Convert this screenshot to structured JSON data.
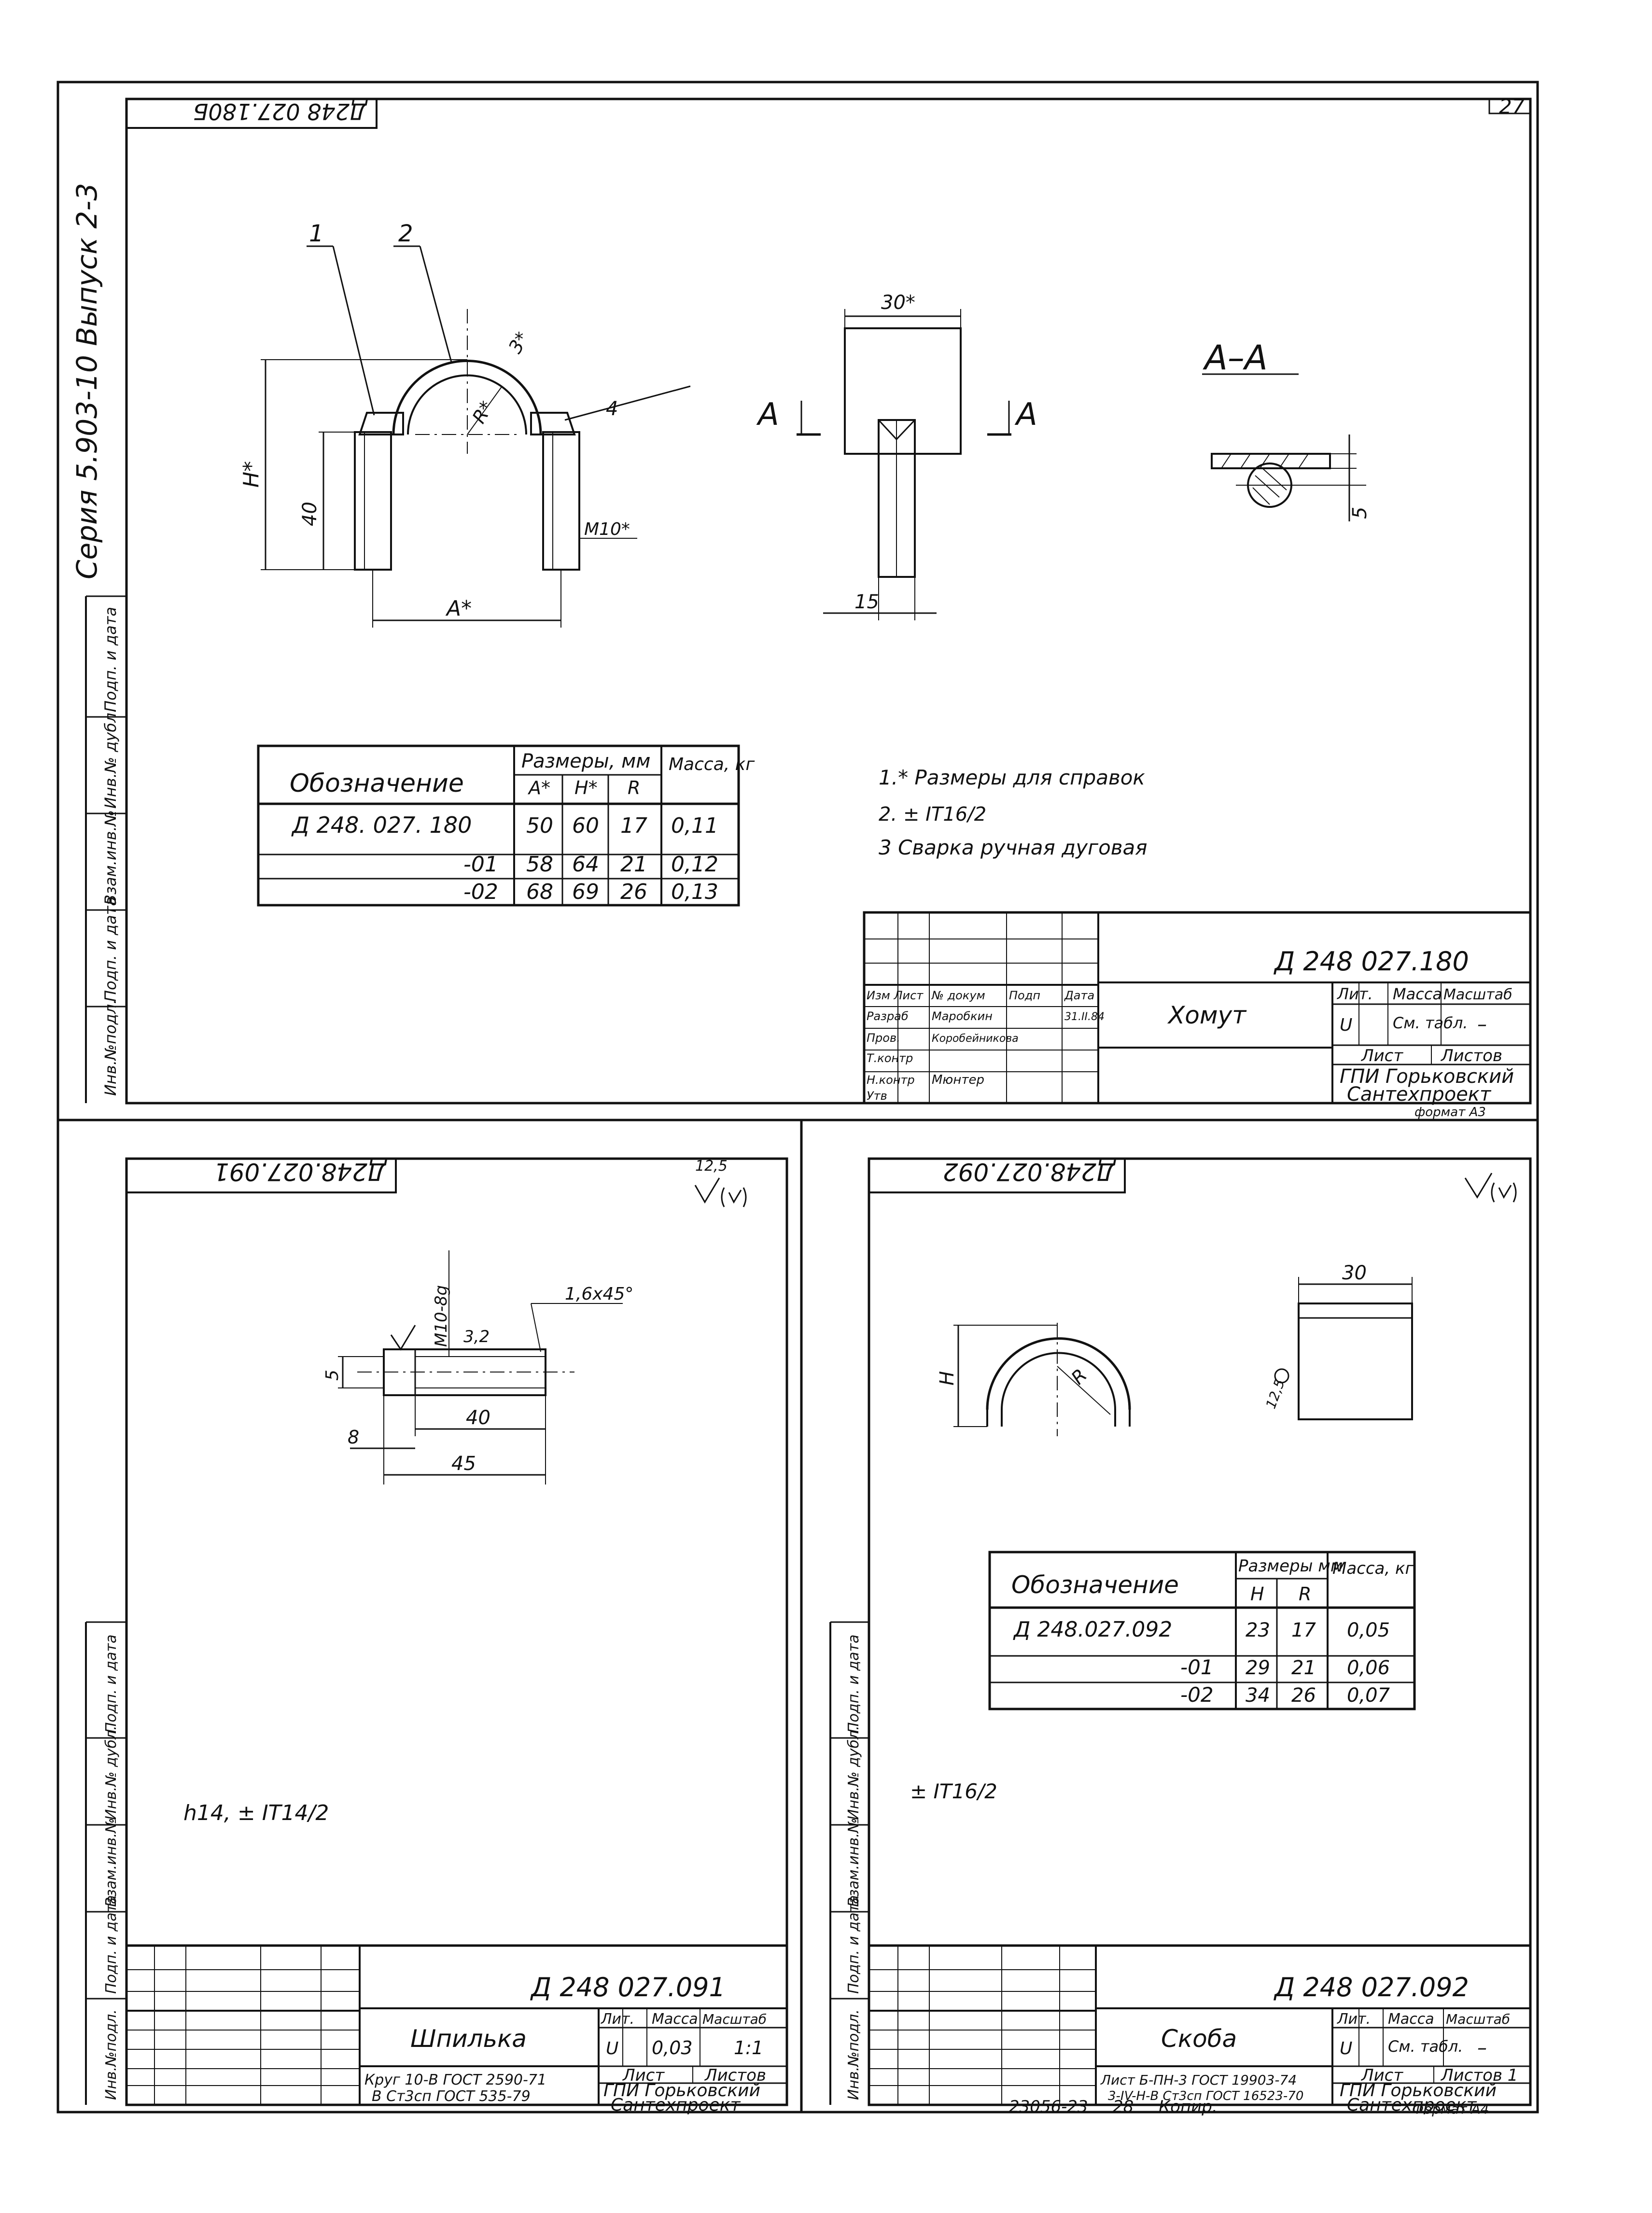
{
  "header": {
    "series": "Серия 5.903-10  Выпуск 2-3",
    "page_number": "27",
    "margin_labels": [
      "Инв.№подл.",
      "Подп. и дата",
      "Взам.инв.№",
      "Инв.№ дубл.",
      "Подп. и дата"
    ]
  },
  "top_sheet": {
    "code_rotated": "Д248 027.180Б",
    "drawing": {
      "leaders": [
        "1",
        "2",
        "4"
      ],
      "dims": {
        "H": "Н*",
        "h40": "40",
        "R": "R*",
        "three": "3*",
        "A": "А*",
        "thread": "М10*",
        "w30": "30*",
        "w15": "15",
        "s5": "5"
      },
      "section_marks": [
        "А",
        "А"
      ],
      "section_title": "А–А"
    },
    "table": {
      "headers": {
        "designation": "Обозначение",
        "dims": "Размеры, мм",
        "mass": "Масса, кг",
        "a": "А*",
        "h": "Н*",
        "r": "R"
      },
      "rows": [
        {
          "name": "Д 248. 027. 180",
          "a": "50",
          "h": "60",
          "r": "17",
          "mass": "0,11"
        },
        {
          "name": "-01",
          "a": "58",
          "h": "64",
          "r": "21",
          "mass": "0,12"
        },
        {
          "name": "-02",
          "a": "68",
          "h": "69",
          "r": "26",
          "mass": "0,13"
        }
      ]
    },
    "notes": [
      "1.* Размеры для справок",
      "2. ± IT16/2",
      "3 Сварка ручная дуговая"
    ],
    "title_block": {
      "code": "Д 248 027.180",
      "name": "Хомут",
      "lit": "Лит.",
      "mass_hdr": "Масса",
      "scale_hdr": "Масштаб",
      "lit_val": "U",
      "mass_val": "См. табл.",
      "scale_val": "–",
      "sheet": "Лист",
      "sheets": "Листов",
      "org1": "ГПИ Горьковский",
      "org2": "Сантехпроект",
      "roles": [
        "Изм Лист",
        "№ докум",
        "Подп",
        "Дата",
        "Разраб",
        "Пров.",
        "Т.контр",
        "Н.контр",
        "Утв"
      ],
      "people": [
        "Маробкин",
        "Коробейникова",
        "Мюнтер"
      ],
      "date": "31.II.84",
      "format": "формат А3"
    }
  },
  "left_sheet": {
    "code_rotated": "Д248.027.091",
    "roughness": "12,5",
    "dims": {
      "thread": "М10-8g",
      "r": "3,2",
      "chamfer": "1,6х45°",
      "d5": "5",
      "d40": "40",
      "d8": "8",
      "d45": "45"
    },
    "note": "h14, ± IT14/2",
    "title_block": {
      "code": "Д 248 027.091",
      "name": "Шпилька",
      "lit_val": "U",
      "mass_val": "0,03",
      "scale_val": "1:1",
      "sheet": "Лист",
      "sheets": "Листов",
      "material1": "Круг 10-В ГОСТ 2590-71",
      "material2": "В Ст3сп ГОСТ 535-79",
      "org1": "ГПИ Горьковский",
      "org2": "Сантехпроект"
    }
  },
  "right_sheet": {
    "code_rotated": "Д248.027.092",
    "dims": {
      "d30": "30",
      "h": "Н",
      "r": "R",
      "rough": "12,5"
    },
    "table": {
      "headers": {
        "designation": "Обозначение",
        "dims": "Размеры мм",
        "mass": "Масса, кг",
        "h": "Н",
        "r": "R"
      },
      "rows": [
        {
          "name": "Д 248.027.092",
          "h": "23",
          "r": "17",
          "mass": "0,05"
        },
        {
          "name": "-01",
          "h": "29",
          "r": "21",
          "mass": "0,06"
        },
        {
          "name": "-02",
          "h": "34",
          "r": "26",
          "mass": "0,07"
        }
      ]
    },
    "note": "± IT16/2",
    "title_block": {
      "code": "Д 248 027.092",
      "name": "Скоба",
      "lit_val": "U",
      "mass_val": "См. табл.",
      "scale_val": "–",
      "sheet": "Лист",
      "sheets": "Листов 1",
      "material1": "Лист Б-ПН-3 ГОСТ 19903-74",
      "material2": "3-IV-Н-В Ст3сп ГОСТ 16523-70",
      "org1": "ГПИ Горьковский",
      "org2": "Сантехпроект"
    }
  },
  "footer": {
    "order": "23056-23",
    "page": "28",
    "copy": "Копир.",
    "format": "Формат А4"
  }
}
